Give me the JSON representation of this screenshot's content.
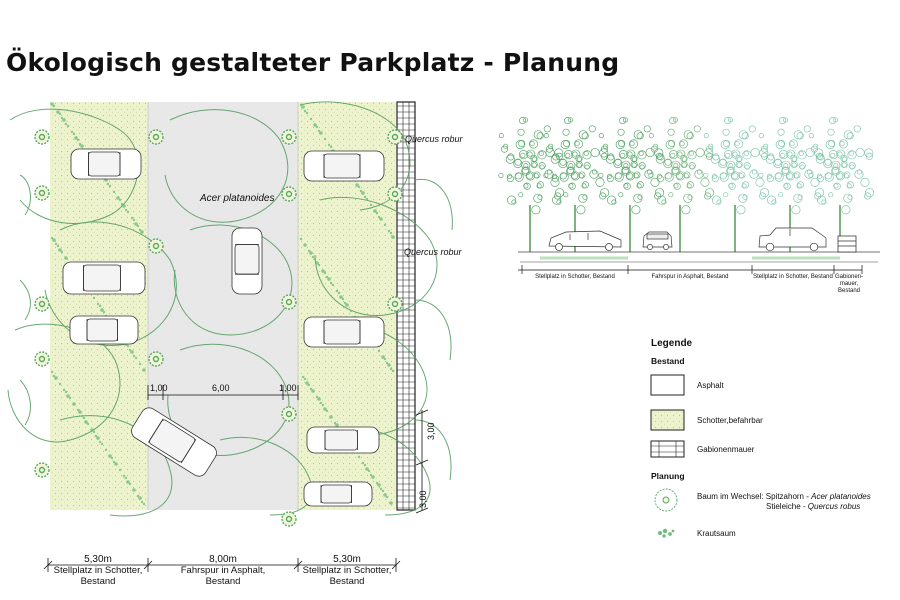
{
  "title": "Ökologisch gestalteter Parkplatz - Planung",
  "plan": {
    "tree_label_center": "Acer platanoides",
    "tree_label_right_top": "Quercus robur",
    "tree_label_right_mid": "Quercus robur",
    "dim_left": "1,00",
    "dim_mid": "6,00",
    "dim_right": "1,00",
    "dim_v1": "3,00",
    "dim_v2": "3,00",
    "bottom": [
      {
        "width": "5,30m",
        "line1": "Stellplatz in Schotter,",
        "line2": "Bestand"
      },
      {
        "width": "8,00m",
        "line1": "Fahrspur in Asphalt,",
        "line2": "Bestand"
      },
      {
        "width": "5,30m",
        "line1": "Stellplatz in Schotter,",
        "line2": "Bestand"
      }
    ]
  },
  "section": {
    "labels": [
      {
        "line1": "Stellplatz in Schotter, Bestand",
        "line2": ""
      },
      {
        "line1": "Fahrspur in Asphalt, Bestand",
        "line2": ""
      },
      {
        "line1": "Stellplatz in Schotter, Bestand",
        "line2": ""
      },
      {
        "line1": "Gabionen-",
        "line2": "mauer,",
        "line3": "Bestand"
      }
    ]
  },
  "legend": {
    "title": "Legende",
    "bestand": "Bestand",
    "asphalt": "Asphalt",
    "schotter": "Schotter,befahrbar",
    "gabionen": "Gabionenmauer",
    "planung": "Planung",
    "baum_line1_prefix": "Baum im Wechsel: Spitzahorn - ",
    "baum_line1_species": "Acer platanoides",
    "baum_line2_prefix": "Stieleiche  - ",
    "baum_line2_species": "Quercus robus",
    "krautsaum": "Krautsaum"
  },
  "colors": {
    "schotter": "#eef3cf",
    "asphalt": "#e6e6e6",
    "tree_green": "#3f9a54",
    "tree_light": "#7fc38a"
  }
}
